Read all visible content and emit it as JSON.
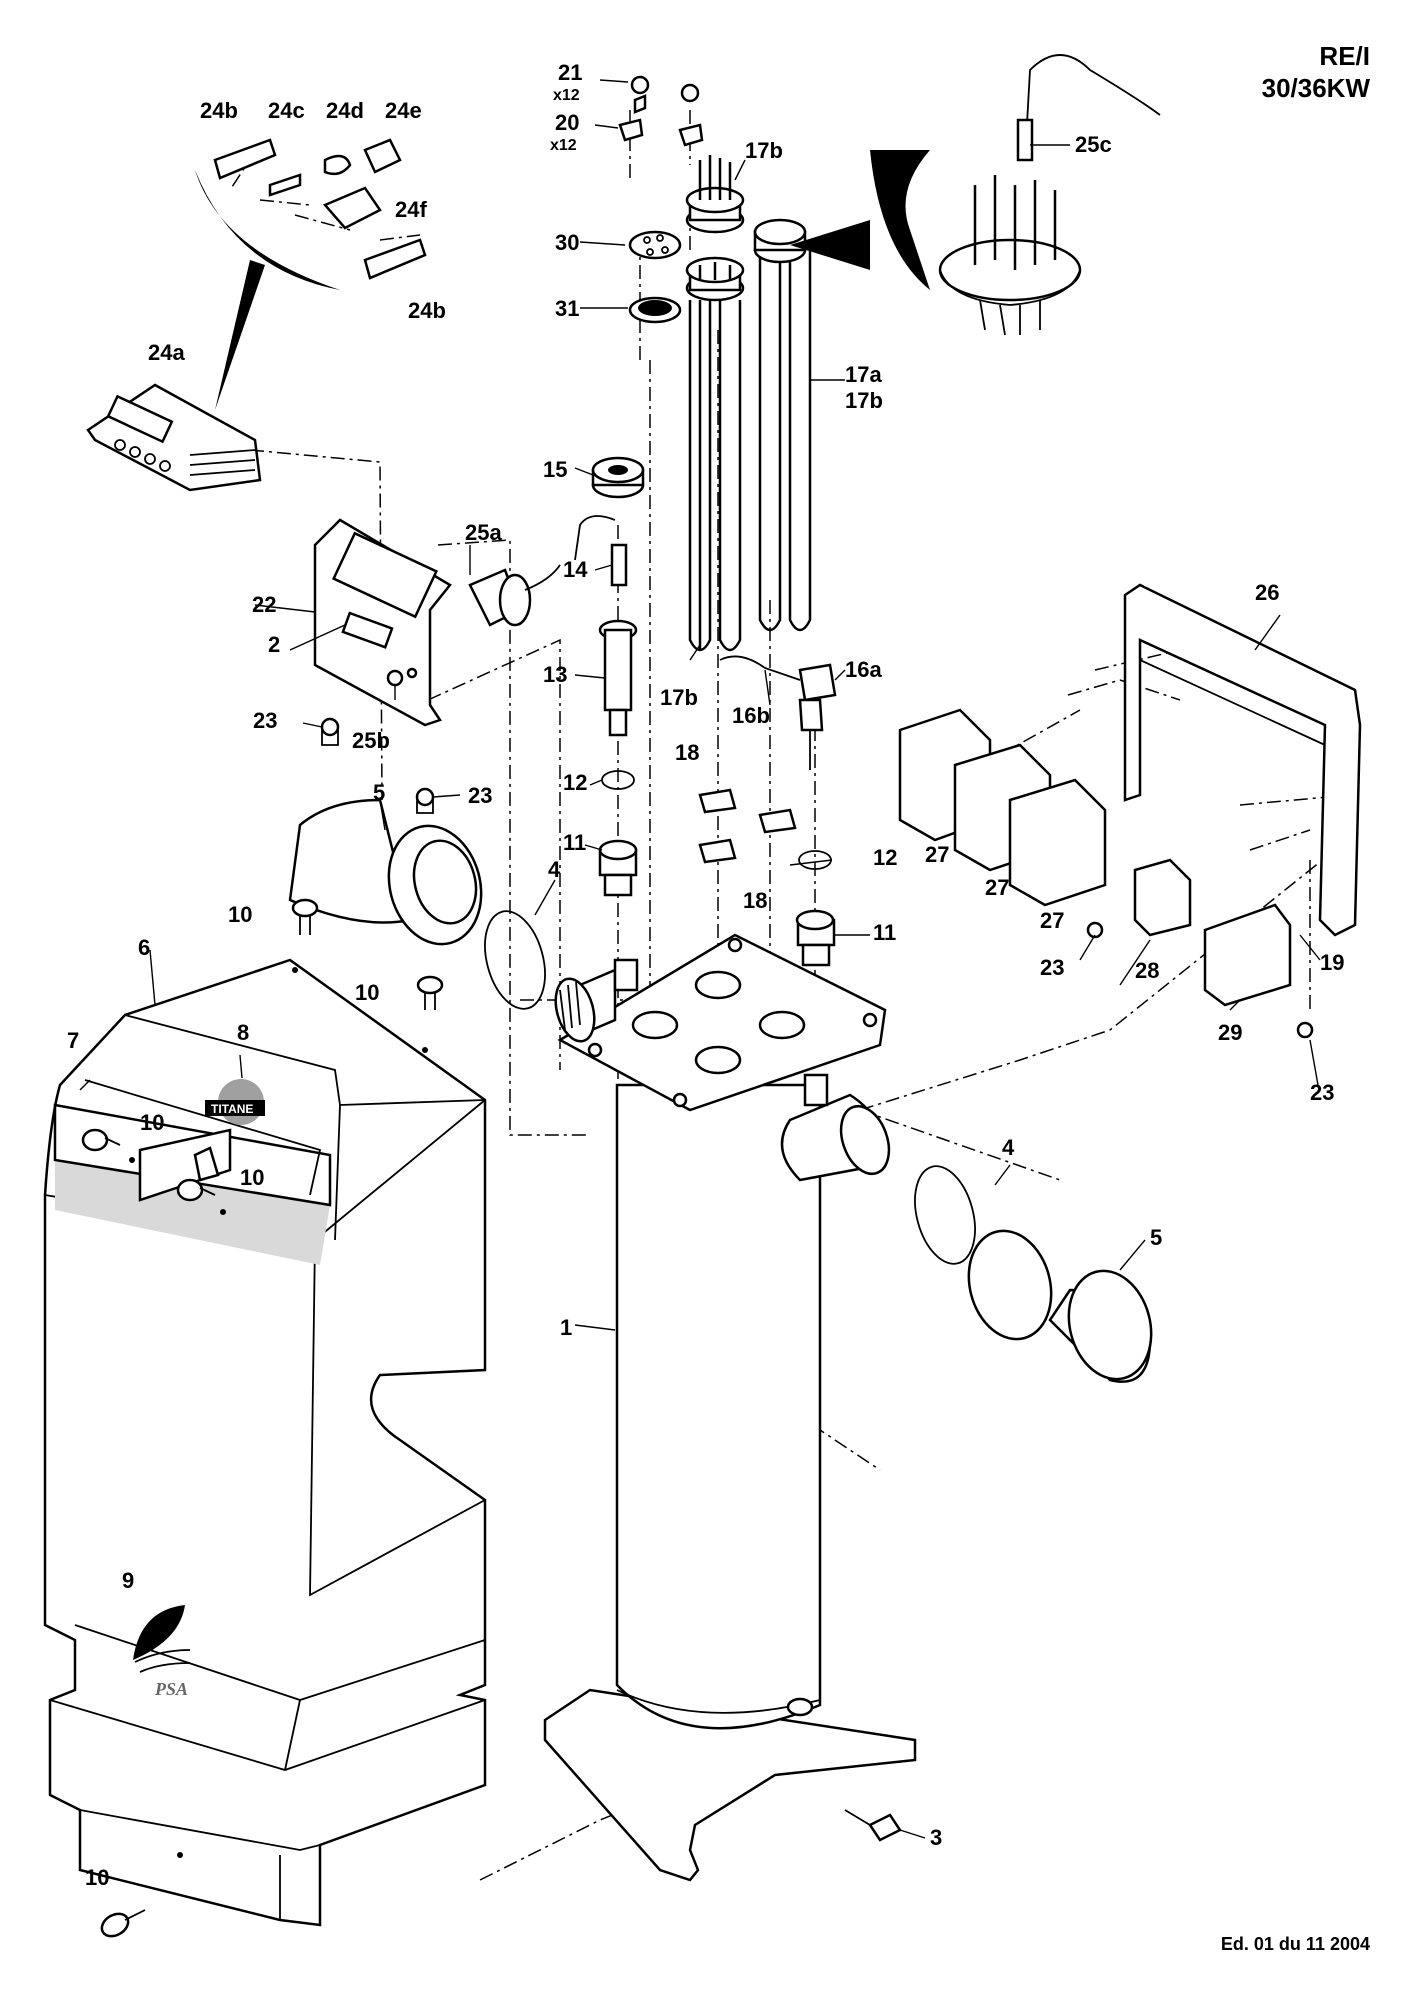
{
  "title": {
    "line1": "RE/I",
    "line2": "30/36KW"
  },
  "footer": "Ed. 01 du 11 2004",
  "brands": {
    "cover_badge": "TITANE",
    "logo": "PSA"
  },
  "quantities": {
    "q21": "x12",
    "q20": "x12"
  },
  "labels": {
    "l24b_top": "24b",
    "l24c": "24c",
    "l24d": "24d",
    "l24e": "24e",
    "l24f": "24f",
    "l24b_bot": "24b",
    "l24a": "24a",
    "l21": "21",
    "l20": "20",
    "l17b_top": "17b",
    "l30": "30",
    "l31": "31",
    "l25c": "25c",
    "l17a": "17a",
    "l17b_side": "17b",
    "l15": "15",
    "l14": "14",
    "l13": "13",
    "l12_left": "12",
    "l11_left": "11",
    "l25a": "25a",
    "l22": "22",
    "l2": "2",
    "l23_a": "23",
    "l25b": "25b",
    "l23_b": "23",
    "l17b_low": "17b",
    "l16b": "16b",
    "l16a": "16a",
    "l18_top": "18",
    "l18_bot": "18",
    "l12_right": "12",
    "l11_right": "11",
    "l26": "26",
    "l27_a": "27",
    "l27_b": "27",
    "l27_c": "27",
    "l28": "28",
    "l29": "29",
    "l19": "19",
    "l23_c": "23",
    "l23_d": "23",
    "l5_left": "5",
    "l4_left": "4",
    "l10_a": "10",
    "l10_b": "10",
    "l6": "6",
    "l7": "7",
    "l8": "8",
    "l10_c": "10",
    "l10_d": "10",
    "l1": "1",
    "l4_right": "4",
    "l5_right": "5",
    "l9": "9",
    "l3": "3",
    "l10_e": "10"
  }
}
